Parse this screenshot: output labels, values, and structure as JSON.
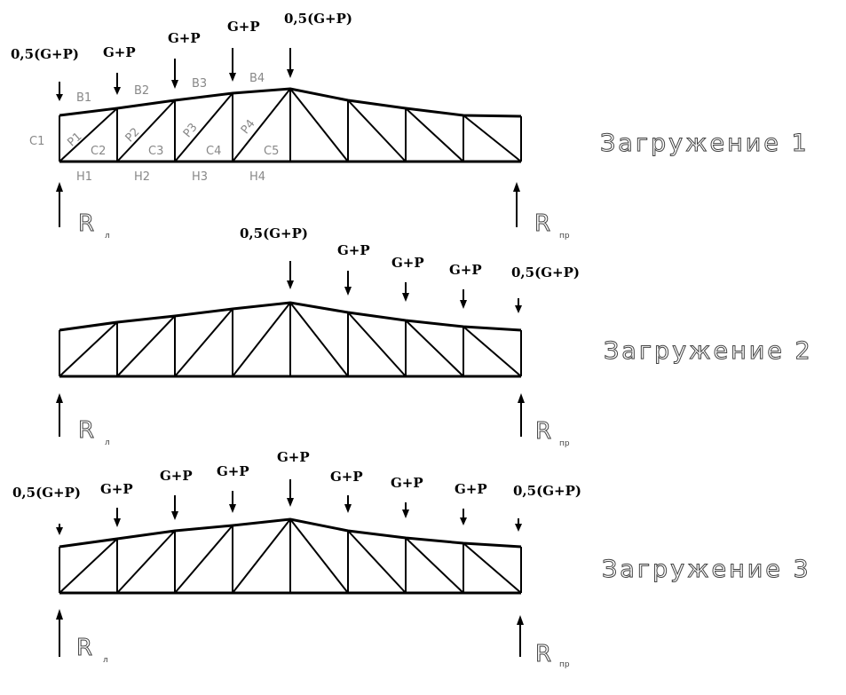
{
  "schemes": [
    {
      "caption": "Загружение 1",
      "loads": [
        "0,5(G+P)",
        "G+P",
        "G+P",
        "G+P",
        "0,5(G+P)"
      ],
      "reaction_left": {
        "symbol": "R",
        "sub": "л"
      },
      "reaction_right": {
        "symbol": "R",
        "sub": "пр"
      }
    },
    {
      "caption": "Загружение 2",
      "loads": [
        "0,5(G+P)",
        "G+P",
        "G+P",
        "G+P",
        "0,5(G+P)"
      ],
      "reaction_left": {
        "symbol": "R",
        "sub": "л"
      },
      "reaction_right": {
        "symbol": "R",
        "sub": "пр"
      }
    },
    {
      "caption": "Загружение 3",
      "loads": [
        "0,5(G+P)",
        "G+P",
        "G+P",
        "G+P",
        "G+P",
        "G+P",
        "G+P",
        "G+P",
        "0,5(G+P)"
      ],
      "reaction_left": {
        "symbol": "R",
        "sub": "л"
      },
      "reaction_right": {
        "symbol": "R",
        "sub": "пр"
      }
    }
  ],
  "member_labels": {
    "top_chord": [
      "B1",
      "B2",
      "B3",
      "B4"
    ],
    "bottom_chord": [
      "H1",
      "H2",
      "H3",
      "H4"
    ],
    "verticals": [
      "C1",
      "C2",
      "C3",
      "C4",
      "C5"
    ],
    "diagonals": [
      "P1",
      "P2",
      "P3",
      "P4"
    ]
  }
}
